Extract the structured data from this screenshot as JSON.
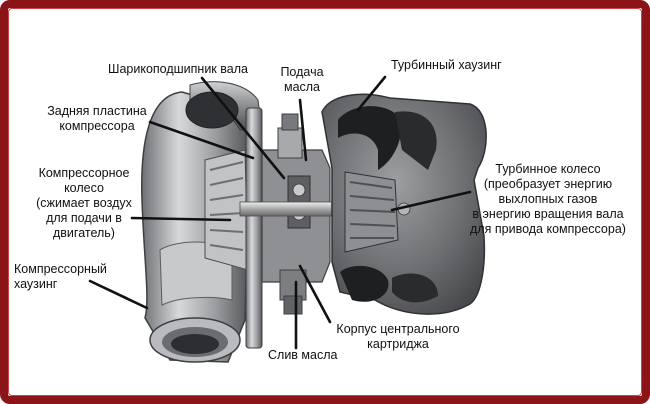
{
  "colors": {
    "frame": "#8a1418",
    "steel": "#a9abae",
    "dark_steel": "#5a5c5f",
    "shaft": "#c9c9c9",
    "pointer": "#111111"
  },
  "labels": {
    "bearing": "Шарикоподшипник вала",
    "oil_feed_1": "Подача",
    "oil_feed_2": "масла",
    "turbine_housing": "Турбинный хаузинг",
    "back_plate_1": "Задняя пластина",
    "back_plate_2": "компрессора",
    "compressor_wheel_1": "Компрессорное",
    "compressor_wheel_2": "колесо",
    "compressor_wheel_3": "(сжимает воздух",
    "compressor_wheel_4": "для подачи в",
    "compressor_wheel_5": "двигатель)",
    "turbine_wheel_1": "Турбинное колесо",
    "turbine_wheel_2": "(преобразует энергию",
    "turbine_wheel_3": "выхлопных газов",
    "turbine_wheel_4": "в энергию вращения вала",
    "turbine_wheel_5": "для привода компрессора)",
    "compressor_housing_1": "Компрессорный",
    "compressor_housing_2": "хаузинг",
    "center_cartridge_1": "Корпус центрального",
    "center_cartridge_2": "картриджа",
    "oil_drain": "Слив масла"
  }
}
